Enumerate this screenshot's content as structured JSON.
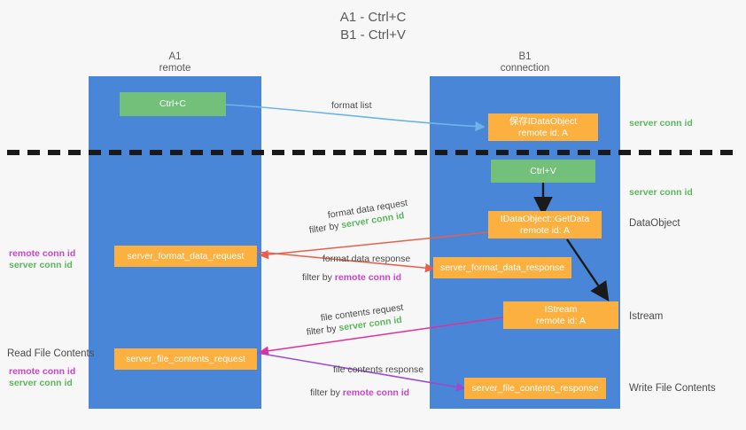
{
  "title": {
    "line1": "A1 - Ctrl+C",
    "line2": "B1 - Ctrl+V"
  },
  "columns": [
    {
      "name": "A1",
      "sub": "remote"
    },
    {
      "name": "B1",
      "sub": "connection"
    }
  ],
  "boxes": {
    "ctrl_c": "Ctrl+C",
    "ctrl_v": "Ctrl+V",
    "data_object_l1": "保存IDataObject",
    "data_object_l2": "remote id: A",
    "get_data_l1": "IDataObject::GetData",
    "get_data_l2": "remote id: A",
    "istream_l1": "IStream",
    "istream_l2": "remote id: A",
    "server_format_data_request": "server_format_data_request",
    "server_format_data_response": "server_format_data_response",
    "server_file_contents_request": "server_file_contents_request",
    "server_file_contents_response": "server_file_contents_response"
  },
  "arrow_labels": {
    "format_list": "format list",
    "format_data_request": "format data request",
    "format_data_request_filter_prefix": "filter by",
    "format_data_request_filter_value": "server conn id",
    "format_data_response": "format data response",
    "format_data_response_filter_prefix": "filter by",
    "format_data_response_filter_value": "remote conn id",
    "file_contents_request": "file contents request",
    "file_contents_request_filter_prefix": "filter by",
    "file_contents_request_filter_value": "server conn id",
    "file_contents_response": "file contents response",
    "file_contents_response_filter_prefix": "filter by",
    "file_contents_response_filter_value": "remote conn id"
  },
  "right_labels": {
    "server_conn_id_top": "server conn id",
    "server_conn_id_mid": "server conn id",
    "data_object": "DataObject",
    "istream": "Istream",
    "write_file_contents": "Write File Contents"
  },
  "left_labels": {
    "remote_conn_id_mid": "remote conn id",
    "server_conn_id_mid": "server conn id",
    "read_file_contents": "Read File Contents",
    "remote_conn_id_low": "remote conn id",
    "server_conn_id_low": "server conn id"
  },
  "colors": {
    "lane": "#4a86d8",
    "green_box": "#72c07a",
    "orange_box": "#fbb040",
    "green_text": "#5cb85c",
    "magenta_text": "#cc44cc",
    "light_blue_arrow": "#6cb4e8",
    "red_arrow": "#e8604c",
    "pink_arrow": "#e0309a",
    "purple_arrow": "#9a4bd0",
    "black": "#1a1a1a",
    "background": "#f7f7f7"
  }
}
